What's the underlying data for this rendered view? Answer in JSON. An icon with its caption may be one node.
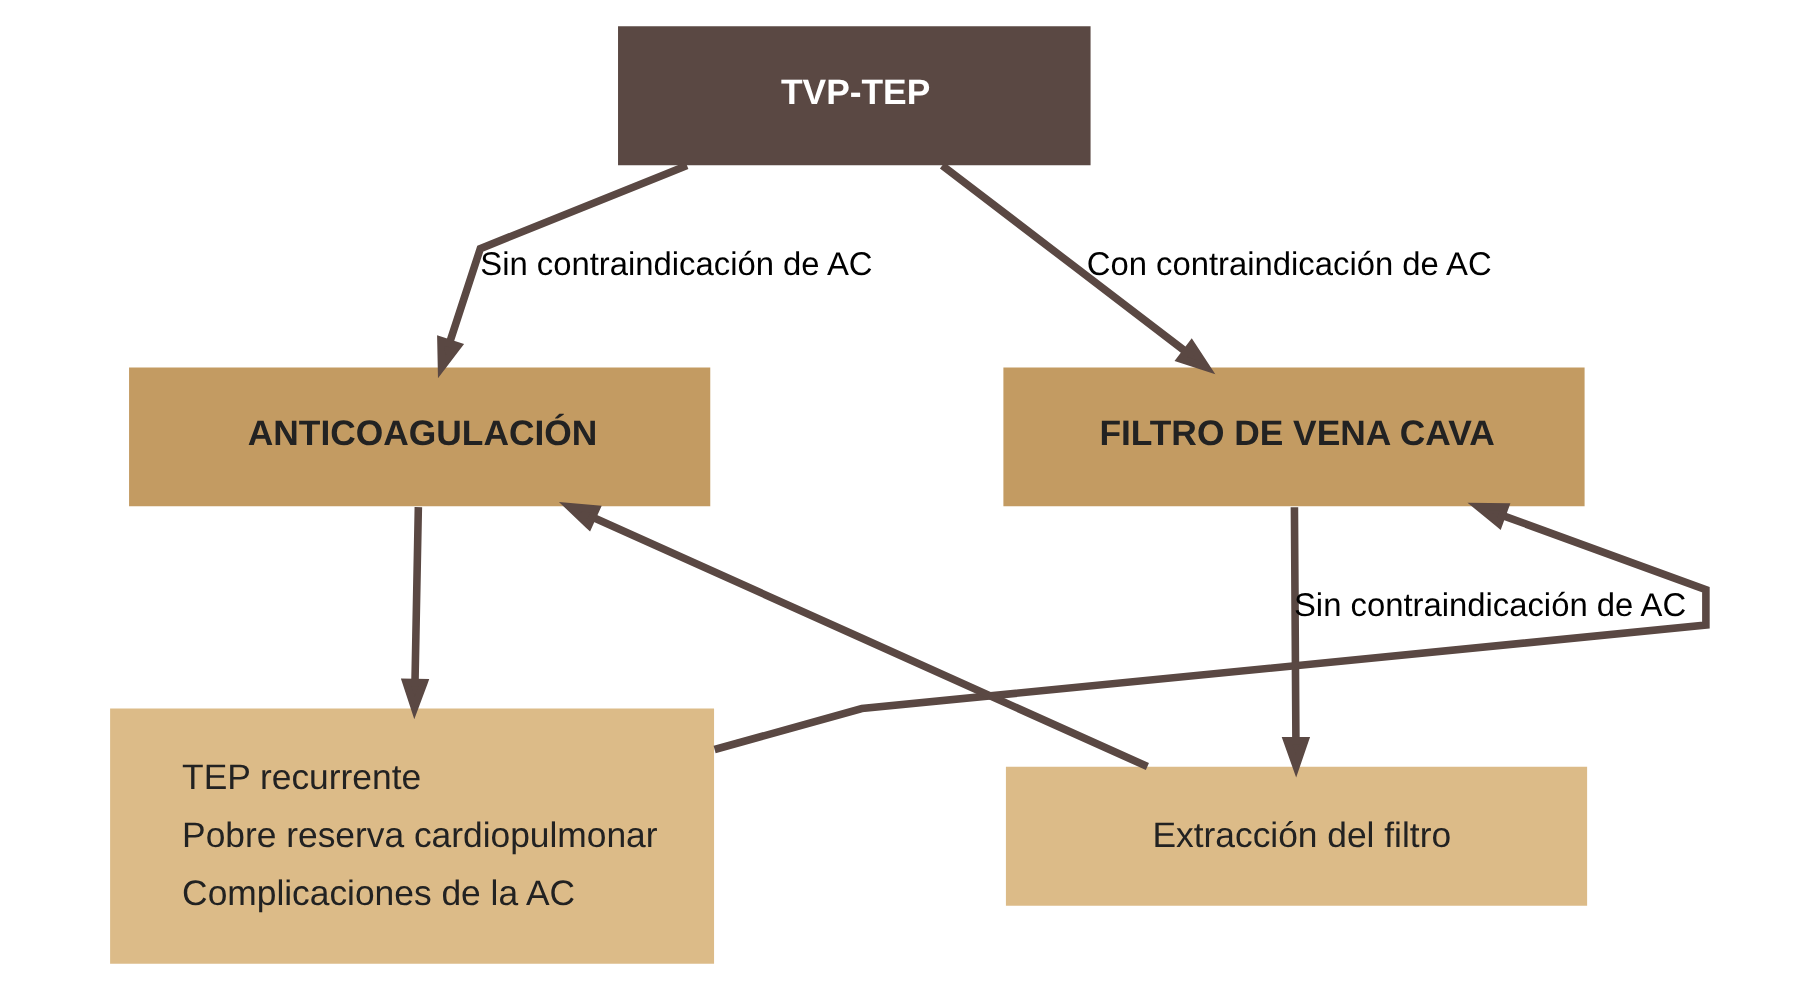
{
  "diagram": {
    "nodes": [
      {
        "text": [
          "TVP-TEP"
        ]
      },
      {
        "text": [
          "ANTICOAGULACIÓN"
        ]
      },
      {
        "text": [
          "FILTRO DE VENA CAVA"
        ]
      },
      {
        "text": [
          "TEP recurrente",
          "Pobre reserva cardiopulmonar",
          "Complicaciones de la AC"
        ]
      },
      {
        "text": [
          "Extracción del filtro"
        ]
      }
    ],
    "edges": [
      {
        "from": 0,
        "to": 1,
        "arrow": "to",
        "label": "Sin contraindicación de AC"
      },
      {
        "from": 0,
        "to": 2,
        "arrow": "to",
        "label": "Con contraindicación de AC"
      },
      {
        "from": 1,
        "to": 3,
        "arrow": "to"
      },
      {
        "from": 3,
        "to": 2,
        "arrow": "to"
      },
      {
        "from": 2,
        "to": 4,
        "arrow": "to",
        "label": "Sin contraindicación de AC"
      },
      {
        "from": 4,
        "to": 1,
        "arrow": "to"
      }
    ]
  }
}
